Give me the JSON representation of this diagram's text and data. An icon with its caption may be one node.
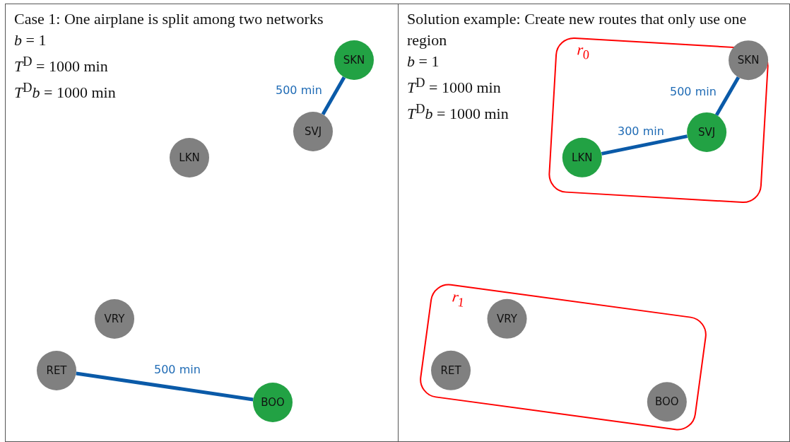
{
  "diagram": {
    "nodes": [
      {
        "text": [
          "Case 1: One airplane is split among two networks",
          "*b* = 1",
          "*T*$^{D}$ = 1000 min",
          "*T*$^{D}$*b* = 1000 min"
        ]
      },
      {
        "text": [
          "SKN"
        ],
        "in": 0
      },
      {
        "text": [
          "SVJ"
        ],
        "in": 0
      },
      {
        "text": [
          "LKN"
        ],
        "in": 0
      },
      {
        "text": [
          "VRY"
        ],
        "in": 0
      },
      {
        "text": [
          "RET"
        ],
        "in": 0
      },
      {
        "text": [
          "BOO"
        ],
        "in": 0
      },
      {
        "text": [
          "Solution example: Create new routes that only use one region",
          "*b* = 1",
          "*T*$^{D}$ = 1000 min",
          "*T*$^{D}$*b* = 1000 min"
        ]
      },
      {
        "text": [
          "*r*$_{0}$"
        ],
        "in": 7
      },
      {
        "text": [
          "SKN"
        ],
        "in": 8
      },
      {
        "text": [
          "SVJ"
        ],
        "in": 8
      },
      {
        "text": [
          "LKN"
        ],
        "in": 8
      },
      {
        "text": [
          "*r*$_{1}$"
        ],
        "in": 7
      },
      {
        "text": [
          "VRY"
        ],
        "in": 12
      },
      {
        "text": [
          "RET"
        ],
        "in": 12
      },
      {
        "text": [
          "BOO"
        ],
        "in": 12
      }
    ],
    "edges": [
      {
        "from": 1,
        "to": 2,
        "arrow": "none",
        "label": "500 min"
      },
      {
        "from": 5,
        "to": 6,
        "arrow": "none",
        "label": "500 min"
      },
      {
        "from": 9,
        "to": 10,
        "arrow": "none",
        "label": "500 min"
      },
      {
        "from": 11,
        "to": 10,
        "arrow": "none",
        "label": "300 min"
      }
    ]
  }
}
